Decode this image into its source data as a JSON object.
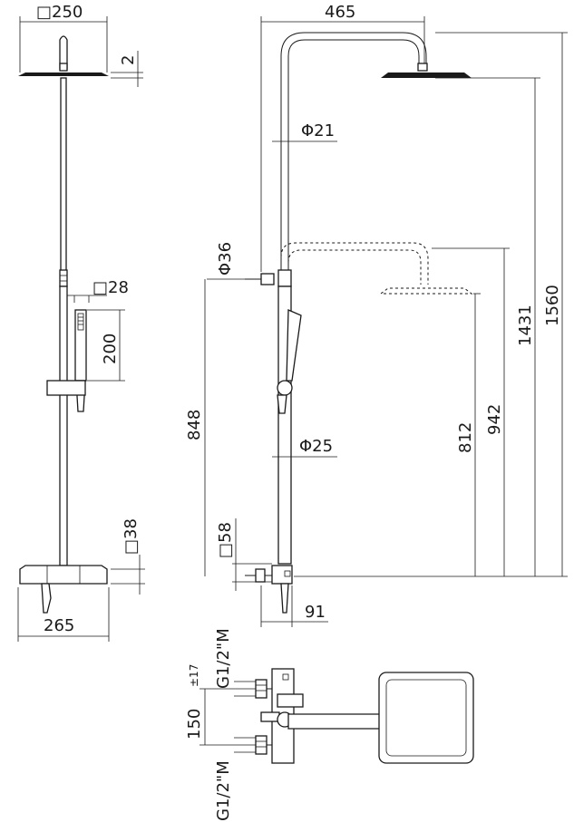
{
  "labels": {
    "head_width": "□250",
    "head_thickness": "2",
    "pipe_diam_upper": "Φ21",
    "arm_length": "465",
    "hand_square": "□28",
    "hand_length": "200",
    "fitting_diam": "Φ36",
    "pipe_diam_lower": "Φ25",
    "height_848": "848",
    "height_812": "812",
    "height_942": "942",
    "height_1431": "1431",
    "height_1560": "1560",
    "square_38": "□38",
    "square_58": "□58",
    "base_width": "265",
    "offset_91": "91",
    "connection_top": "G1/2\"M",
    "connection_bottom": "G1/2\"M",
    "spacing_150": "150",
    "tolerance": "±17"
  }
}
